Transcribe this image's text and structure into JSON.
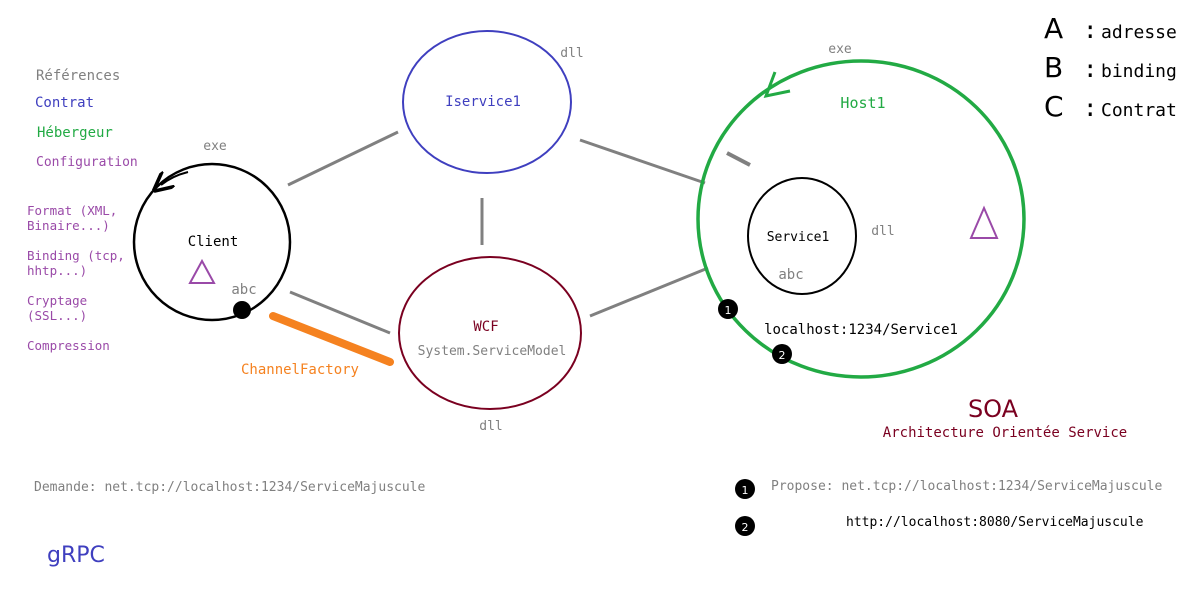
{
  "colors": {
    "gray": "#808080",
    "blue": "#3f3fbf",
    "green": "#22aa44",
    "purple": "#9a4aa8",
    "orange": "#f58220",
    "darkred": "#7a0020",
    "black": "#000000"
  },
  "legend": {
    "references": "Références",
    "contrat": "Contrat",
    "hebergeur": "Hébergeur",
    "configuration": "Configuration",
    "config_items": [
      {
        "line1": "Format (XML,",
        "line2": "Binaire...)"
      },
      {
        "line1": "Binding (tcp,",
        "line2": "hhtp...)"
      },
      {
        "line1": "Cryptage",
        "line2": "(SSL...)"
      },
      {
        "line1": "Compression",
        "line2": ""
      }
    ]
  },
  "client": {
    "label": "Client",
    "type": "exe",
    "abc": "abc"
  },
  "iservice": {
    "label": "Iservice1",
    "type": "dll"
  },
  "wcf": {
    "label": "WCF",
    "sub": "System.ServiceModel",
    "type": "dll"
  },
  "host": {
    "label": "Host1",
    "type": "exe",
    "address": "localhost:1234/Service1"
  },
  "service": {
    "label": "Service1",
    "type": "dll",
    "abc": "abc"
  },
  "channel_factory": "ChannelFactory",
  "abc_key": {
    "a_letter": "A",
    "a_text": "adresse",
    "b_letter": "B",
    "b_text": "binding",
    "c_letter": "C",
    "c_text": "Contrat",
    "colon": ":"
  },
  "soa": {
    "title": "SOA",
    "subtitle": "Architecture Orientée Service"
  },
  "markers": {
    "one": "1",
    "two": "2"
  },
  "bottom": {
    "demande": "Demande: net.tcp://localhost:1234/ServiceMajuscule",
    "propose": "Propose: net.tcp://localhost:1234/ServiceMajuscule",
    "http": "http://localhost:8080/ServiceMajuscule",
    "grpc": "gRPC"
  }
}
